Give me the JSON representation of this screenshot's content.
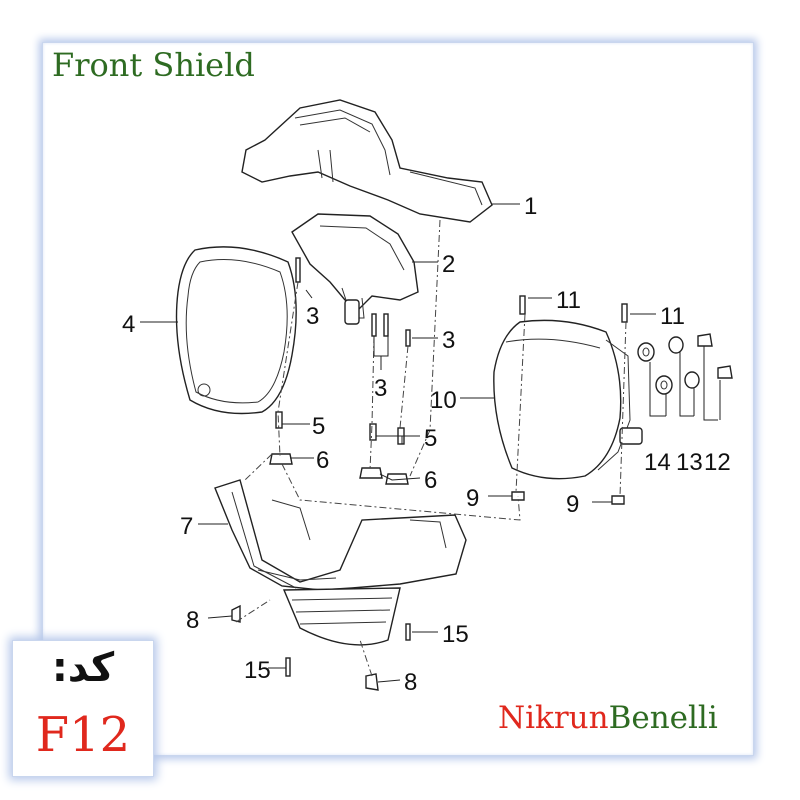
{
  "title": "Front Shield",
  "code": {
    "label": "کد:",
    "value": "F12"
  },
  "brand": {
    "part1": "Nikrun",
    "part2": "Benelli"
  },
  "colors": {
    "title": "#2e6b22",
    "code": "#e0281d",
    "brand_red": "#e0281d",
    "brand_green": "#2e6b22",
    "frame_glow": "#b7c8ea"
  },
  "callouts": {
    "c1": "1",
    "c2": "2",
    "c3a": "3",
    "c3b": "3",
    "c3c": "3",
    "c4": "4",
    "c5a": "5",
    "c5b": "5",
    "c6a": "6",
    "c6b": "6",
    "c7": "7",
    "c8a": "8",
    "c8b": "8",
    "c9a": "9",
    "c9b": "9",
    "c10": "10",
    "c11a": "11",
    "c11b": "11",
    "c12": "12",
    "c13": "13",
    "c14": "14",
    "c15a": "15",
    "c15b": "15"
  }
}
